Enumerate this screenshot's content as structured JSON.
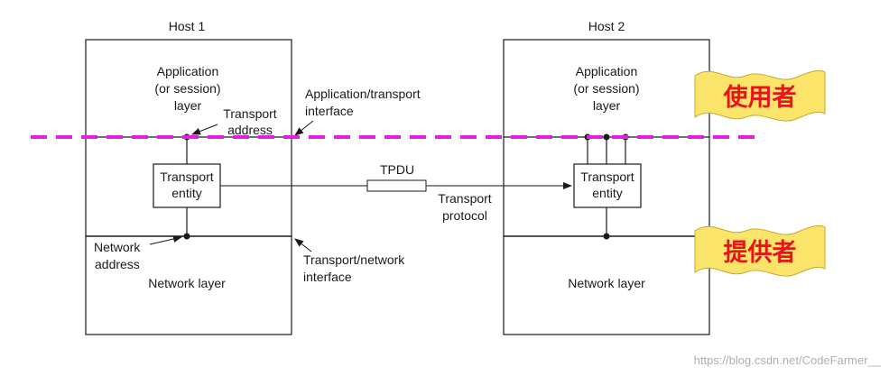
{
  "hosts": [
    {
      "title": "Host 1",
      "app_layer": [
        "Application",
        "(or session)",
        "layer"
      ],
      "entity": [
        "Transport",
        "entity"
      ],
      "network_layer": "Network layer"
    },
    {
      "title": "Host 2",
      "app_layer": [
        "Application",
        "(or session)",
        "layer"
      ],
      "entity": [
        "Transport",
        "entity"
      ],
      "network_layer": "Network layer"
    }
  ],
  "labels": {
    "transport_address": [
      "Transport",
      "address"
    ],
    "network_address": [
      "Network",
      "address"
    ],
    "app_transport_interface": [
      "Application/transport",
      "interface"
    ],
    "transport_network_interface": [
      "Transport/network",
      "interface"
    ],
    "tpdu": "TPDU",
    "transport_protocol": [
      "Transport",
      "protocol"
    ]
  },
  "banners": {
    "user": "使用者",
    "provider": "提供者"
  },
  "watermark": "https://blog.csdn.net/CodeFarmer__",
  "colors": {
    "boundary_line": "#e020e0",
    "banner_fill": "#fbe46a",
    "banner_text": "#e8141c"
  }
}
